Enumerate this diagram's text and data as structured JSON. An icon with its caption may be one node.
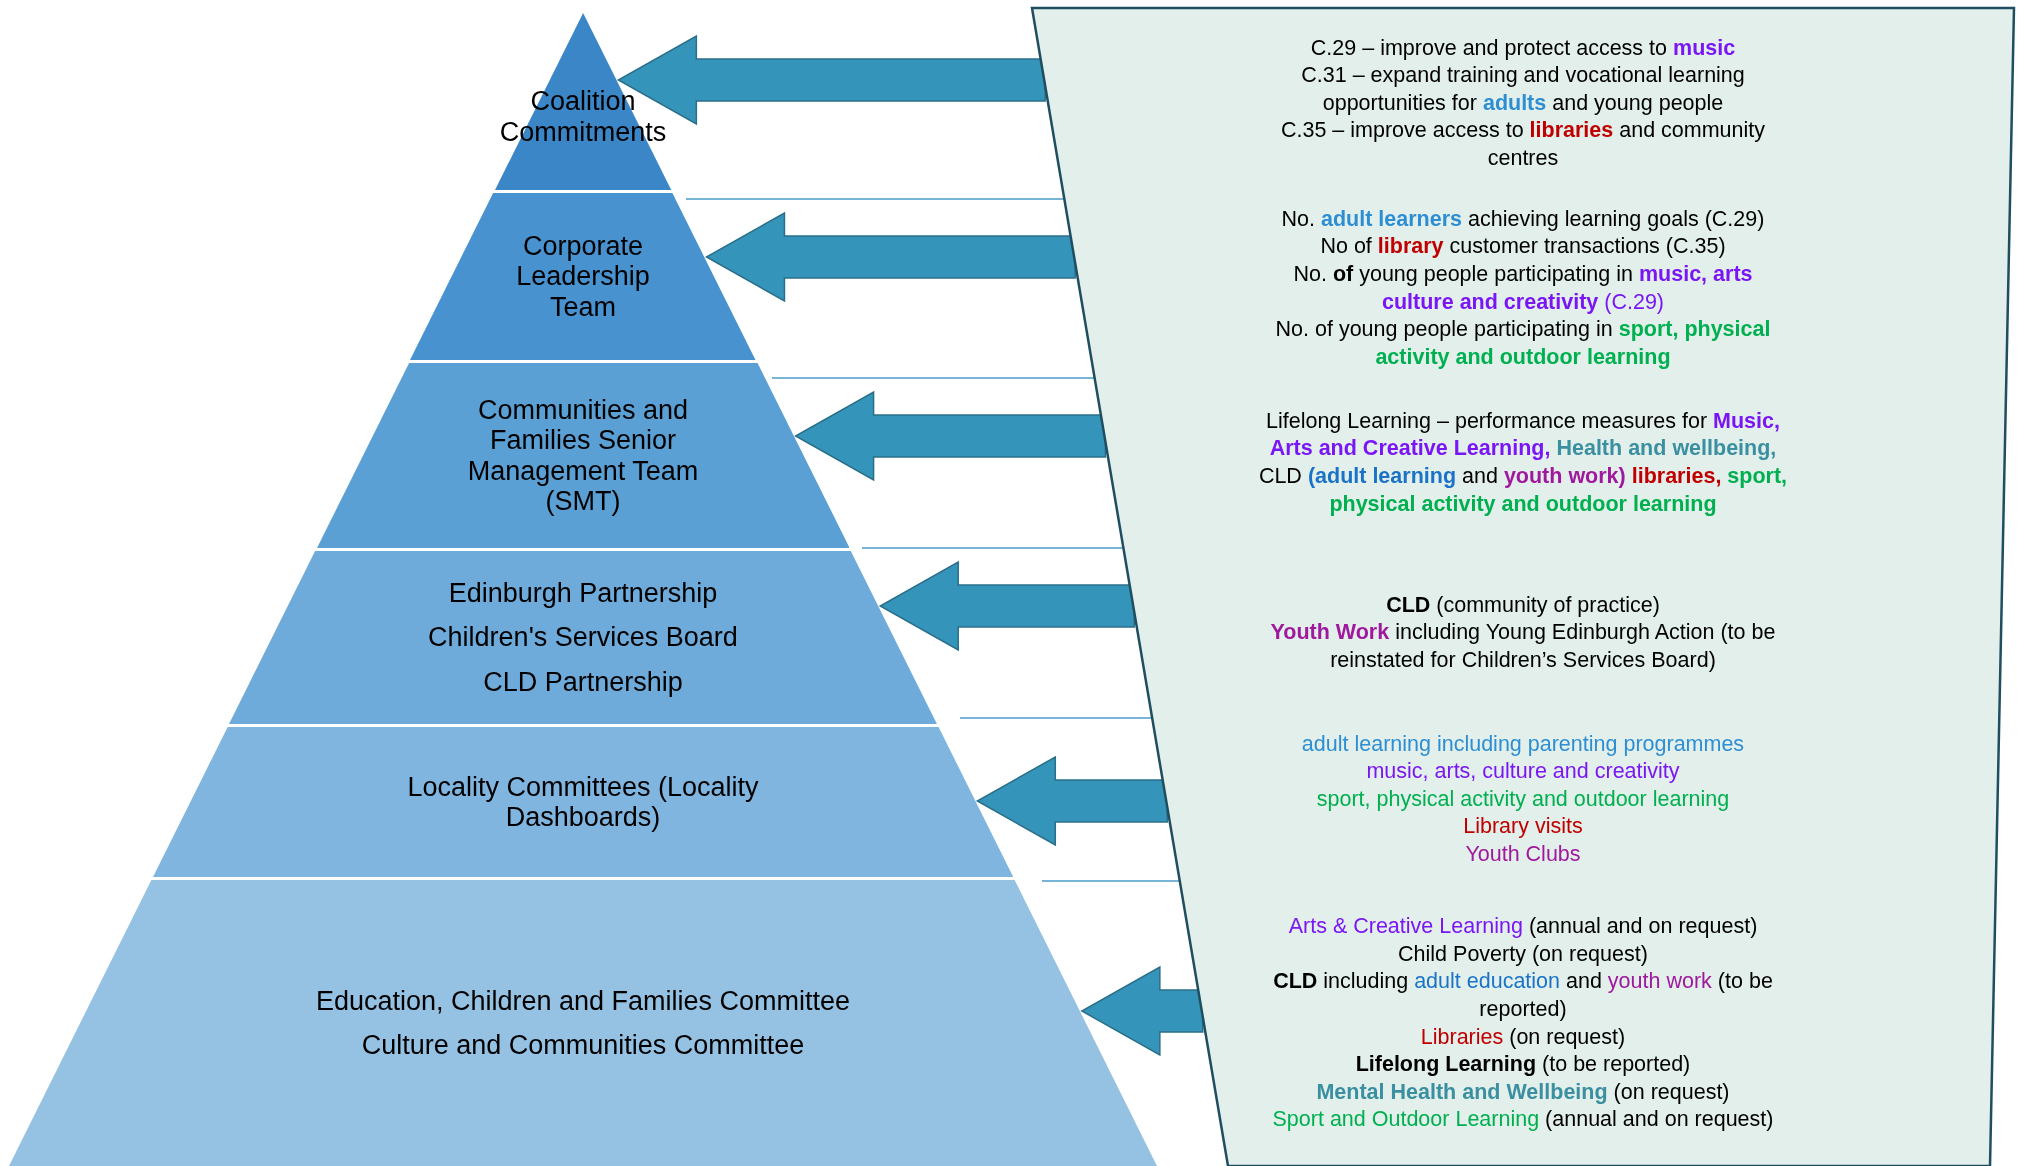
{
  "diagram": {
    "nodes": [
      {
        "text": [
          "Coalition Commitments"
        ]
      },
      {
        "text": [
          "Corporate Leadership Team"
        ]
      },
      {
        "text": [
          "Communities and Families Senior Management Team (SMT)"
        ]
      },
      {
        "text": [
          "Edinburgh Partnership",
          "Children's Services Board",
          "CLD Partnership"
        ]
      },
      {
        "text": [
          "Locality Committees (Locality Dashboards)"
        ]
      },
      {
        "text": [
          "Education, Children and Families Committee",
          "Culture and Communities Committee"
        ]
      },
      {
        "text": [
          "C.29 – improve and protect access to music",
          "C.31 – expand training and vocational learning opportunities for adults and young people",
          "C.35 – improve access to libraries and community centres"
        ]
      },
      {
        "text": [
          "No. adult learners achieving learning goals (C.29)",
          "No of library customer transactions (C.35)",
          "No. of young people participating in music, arts culture and creativity (C.29)",
          "No. of young people participating in sport, physical activity and outdoor learning"
        ]
      },
      {
        "text": [
          "Lifelong Learning – performance measures for Music, Arts and Creative Learning, Health and wellbeing, CLD (adult learning and youth work) libraries, sport, physical activity and outdoor learning"
        ]
      },
      {
        "text": [
          "CLD (community of practice)",
          "Youth Work including Young Edinburgh Action (to be reinstated for Children’s Services Board)"
        ]
      },
      {
        "text": [
          "adult learning including parenting programmes",
          "music, arts, culture and creativity",
          "sport, physical activity and outdoor learning",
          "Library visits",
          "Youth Clubs"
        ]
      },
      {
        "text": [
          "Arts & Creative Learning (annual and on request)",
          "Child Poverty (on request)",
          "CLD including adult education and youth work (to be reported)",
          "Libraries (on request)",
          "Lifelong Learning (to be reported)",
          "Mental Health and Wellbeing (on request)",
          "Sport and Outdoor Learning (annual and on request)"
        ]
      }
    ],
    "edges": [
      {
        "from": 6,
        "to": 0,
        "arrow": "to"
      },
      {
        "from": 7,
        "to": 1,
        "arrow": "to"
      },
      {
        "from": 8,
        "to": 2,
        "arrow": "to"
      },
      {
        "from": 9,
        "to": 3,
        "arrow": "to"
      },
      {
        "from": 10,
        "to": 4,
        "arrow": "to"
      },
      {
        "from": 11,
        "to": 5,
        "arrow": "to"
      }
    ]
  }
}
